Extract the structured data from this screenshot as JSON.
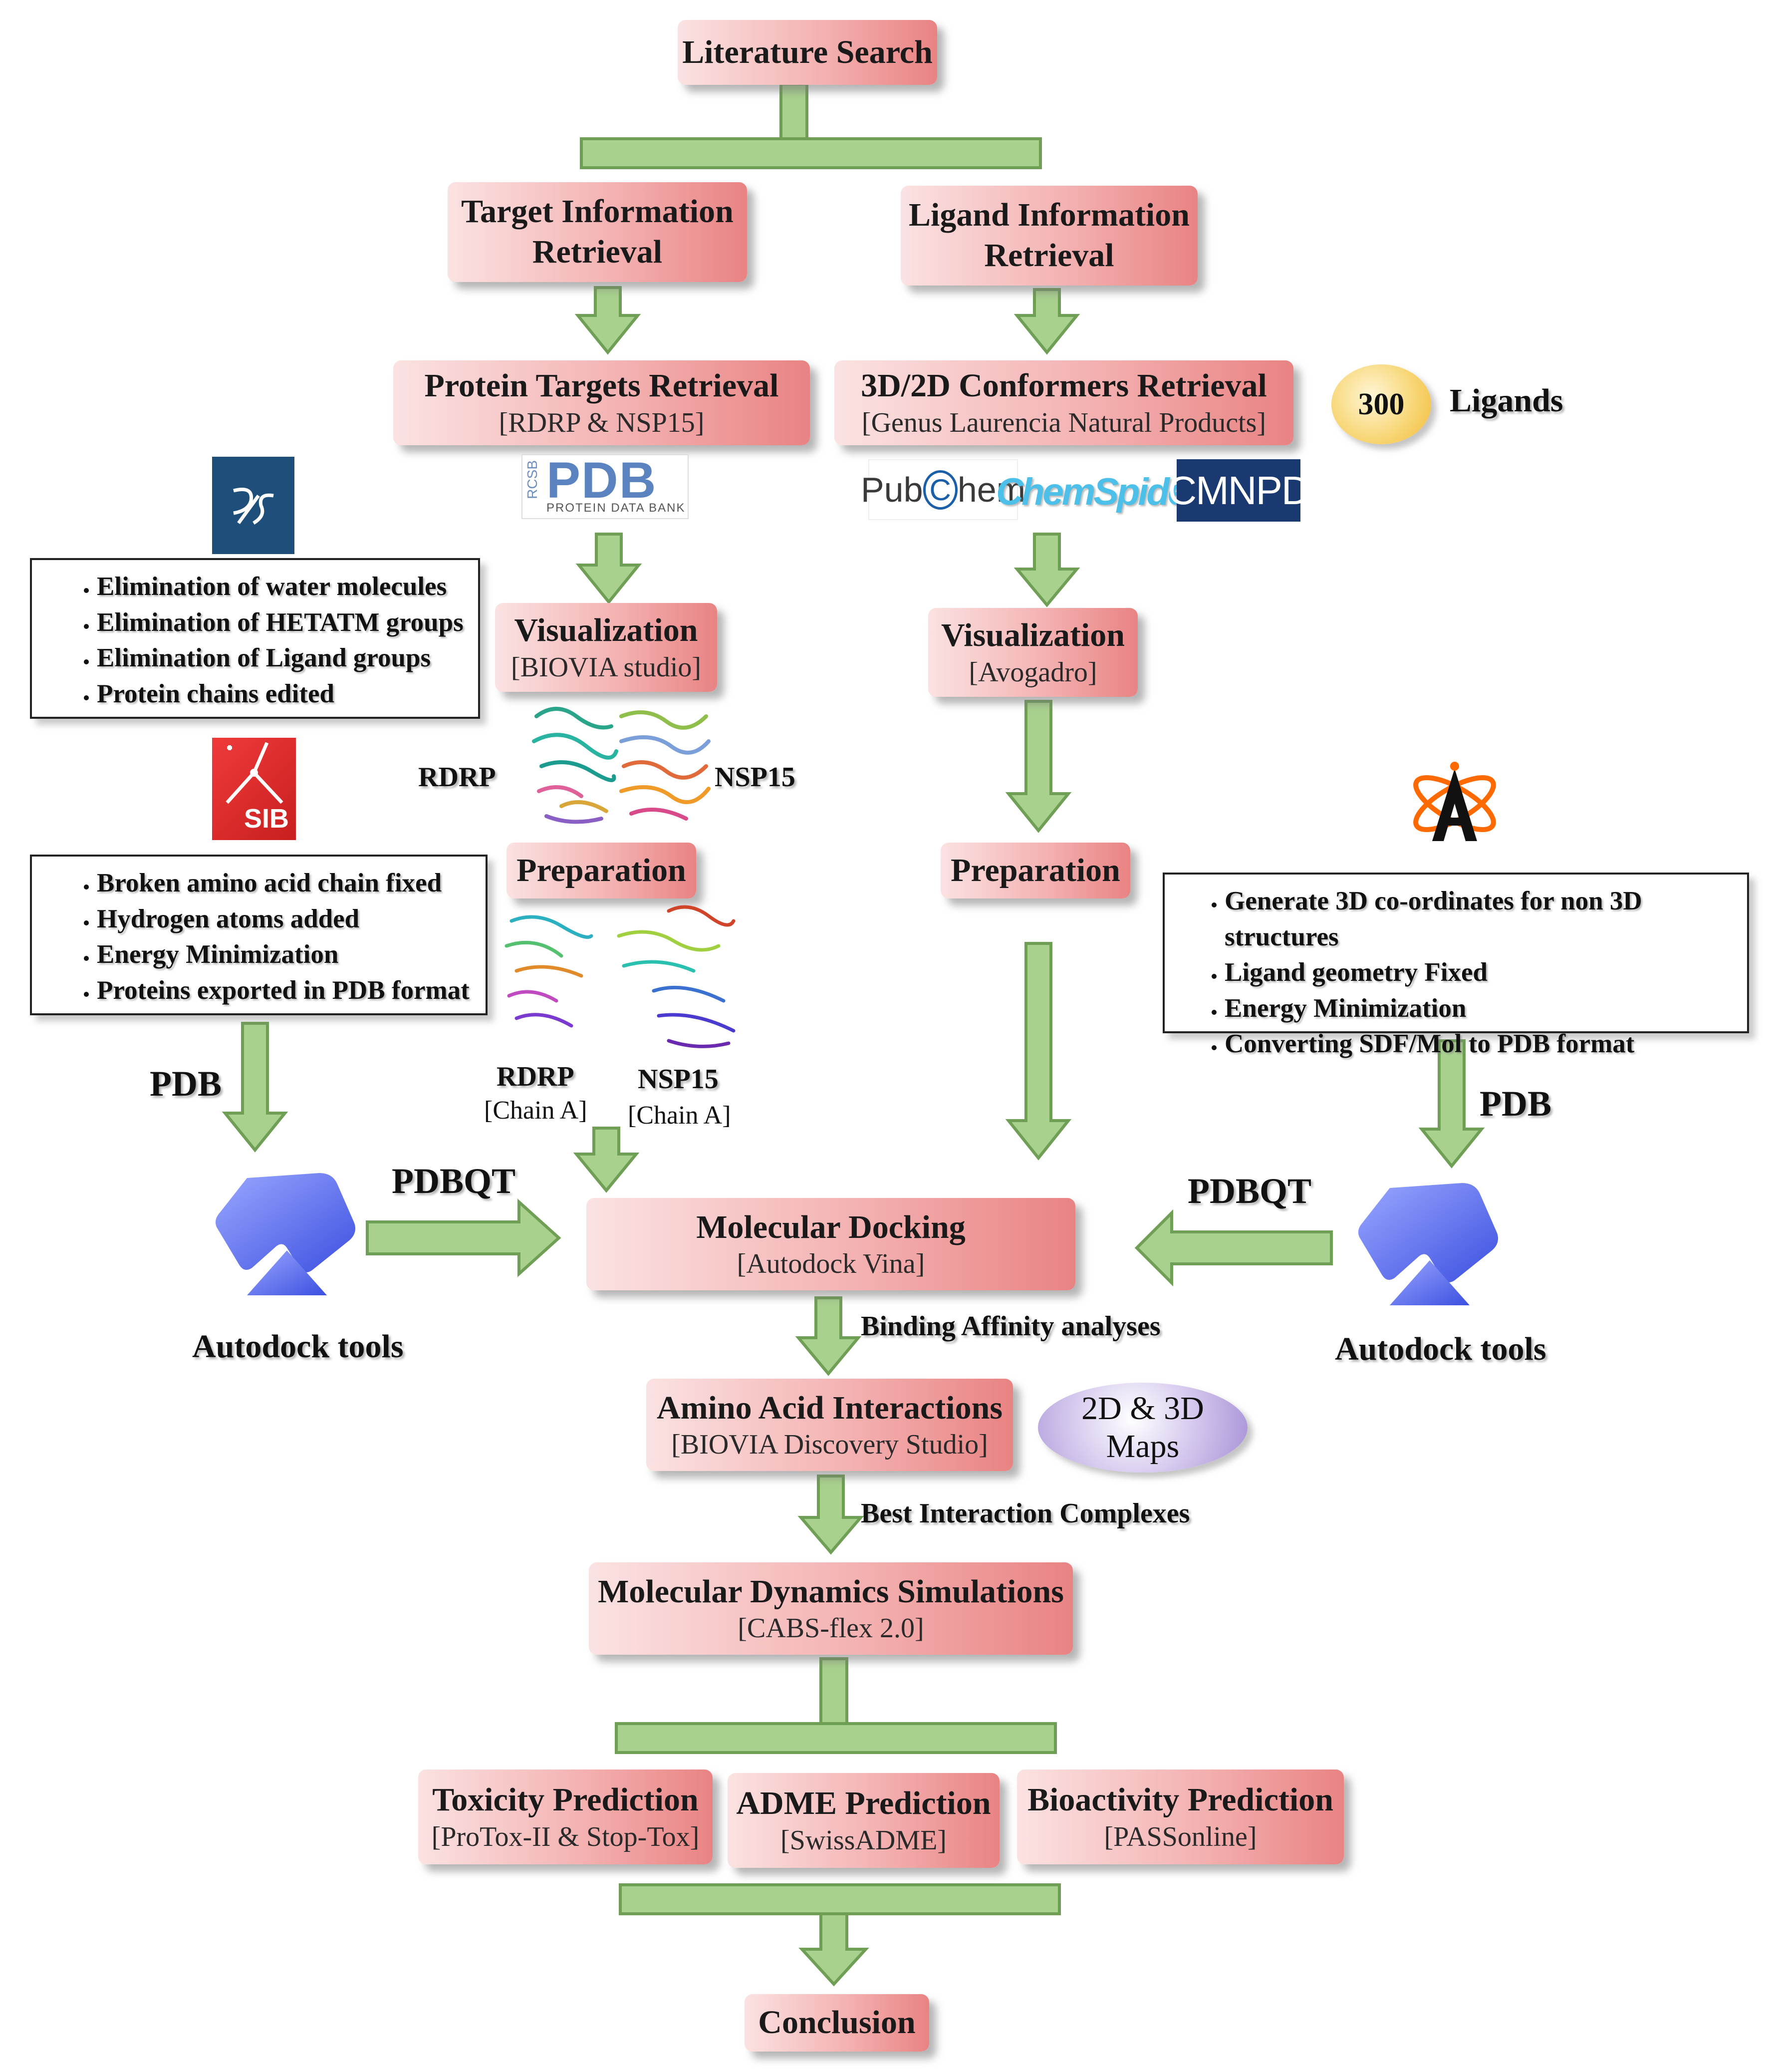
{
  "steps": {
    "literature_search": {
      "title": "Literature Search"
    },
    "target_info": {
      "title_l1": "Target Information",
      "title_l2": "Retrieval"
    },
    "ligand_info": {
      "title_l1": "Ligand Information",
      "title_l2": "Retrieval"
    },
    "protein_targets": {
      "title": "Protein Targets Retrieval",
      "sub": "[RDRP & NSP15]"
    },
    "conformers": {
      "title": "3D/2D Conformers Retrieval",
      "sub": "[Genus Laurencia Natural Products]"
    },
    "vis_left": {
      "title": "Visualization",
      "sub": "[BIOVIA studio]"
    },
    "vis_right": {
      "title": "Visualization",
      "sub": "[Avogadro]"
    },
    "prep_left": {
      "title": "Preparation"
    },
    "prep_right": {
      "title": "Preparation"
    },
    "docking": {
      "title": "Molecular Docking",
      "sub": "[Autodock Vina]"
    },
    "amino": {
      "title": "Amino Acid Interactions",
      "sub": "[BIOVIA Discovery Studio]"
    },
    "md": {
      "title": "Molecular Dynamics Simulations",
      "sub": "[CABS-flex 2.0]"
    },
    "toxicity": {
      "title": "Toxicity Prediction",
      "sub": "[ProTox-II & Stop-Tox]"
    },
    "adme": {
      "title": "ADME Prediction",
      "sub": "[SwissADME]"
    },
    "bioactivity": {
      "title": "Bioactivity Prediction",
      "sub": "[PASSonline]"
    },
    "conclusion": {
      "title": "Conclusion"
    }
  },
  "ligand_count": {
    "value": "300",
    "label": "Ligands"
  },
  "maps_badge": {
    "line1": "2D & 3D",
    "line2": "Maps"
  },
  "protein_prep_list_1": [
    "Elimination of water molecules",
    "Elimination of HETATM groups",
    "Elimination of Ligand groups",
    "Protein chains edited"
  ],
  "protein_prep_list_2": [
    "Broken amino acid chain fixed",
    "Hydrogen atoms added",
    "Energy Minimization",
    "Proteins exported in PDB format"
  ],
  "ligand_prep_list": [
    "Generate 3D co-ordinates for non 3D structures",
    "Ligand geometry Fixed",
    "Energy Minimization",
    "Converting SDF/Mol to PDB format"
  ],
  "labels": {
    "rdrp": "RDRP",
    "nsp15": "NSP15",
    "rdrp_chain_name": "RDRP",
    "rdrp_chain": "[Chain A]",
    "nsp15_chain_name": "NSP15",
    "nsp15_chain": "[Chain A]",
    "pdb_left": "PDB",
    "pdb_right": "PDB",
    "pdbqt_left": "PDBQT",
    "pdbqt_right": "PDBQT",
    "autodock_left": "Autodock tools",
    "autodock_right": "Autodock tools",
    "binding_affinity": "Binding Affinity analyses",
    "best_interaction": "Best Interaction Complexes"
  },
  "logos": {
    "pdb": {
      "prefix": "RCSB",
      "name": "PDB",
      "caption": "PROTEIN DATA BANK"
    },
    "pubchem": {
      "text_a": "Pub",
      "text_b": "C",
      "text_c": "hem"
    },
    "chemspider": {
      "text": "ChemSpider"
    },
    "cmnpd": {
      "text": "CMNPD"
    },
    "sib": {
      "text": "SIB"
    },
    "biovia": {
      "text": "3DS"
    }
  },
  "colors": {
    "box_light": "#fbe2e2",
    "box_dark": "#e98383",
    "arrow_fill": "#a9d18e",
    "arrow_stroke": "#6f9e55",
    "ligand_badge": "#f5c84a",
    "maps_badge": "#a993d6"
  }
}
